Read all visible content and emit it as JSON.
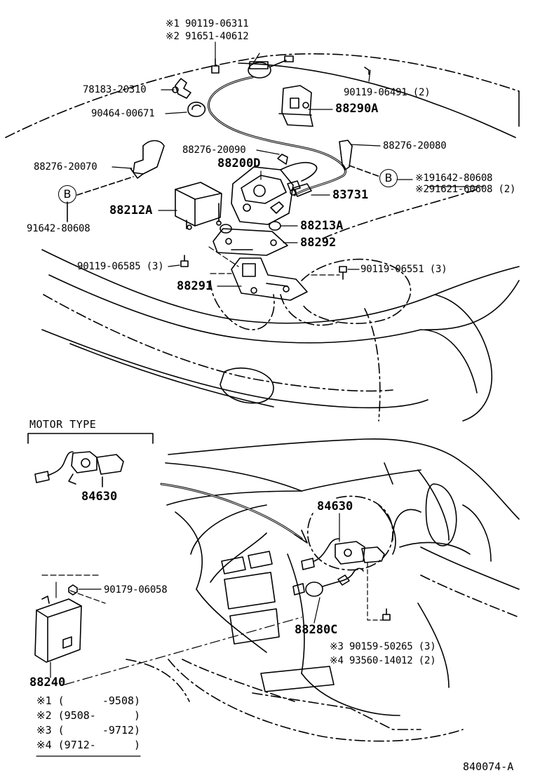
{
  "labels": {
    "l1": "※1 90119-06311",
    "l2": "※2 91651-40612",
    "l3": "78183-20310",
    "l4": "90464-00671",
    "l5": "90119-06491 (2)",
    "l6": "88290A",
    "l7": "88276-20090",
    "l8": "88276-20080",
    "l9": "88200D",
    "l10": "88276-20070",
    "l11": "B",
    "l12": "※191642-80608",
    "l13": "※291621-60608 (2)",
    "l14": "83731",
    "l15": "B",
    "l16": "88212A",
    "l17": "91642-80608",
    "l18": "88213A",
    "l19": "88292",
    "l20": "90119-06585 (3)",
    "l21": "90119-06551 (3)",
    "l22": "88291",
    "motor_type": "MOTOR TYPE",
    "l23": "84630",
    "l24": "84630",
    "l25": "90179-06058",
    "l26": "88280C",
    "l27": "※3 90159-50265 (3)",
    "l28": "※4 93560-14012 (2)",
    "l29": "88240"
  },
  "legend": [
    "※1 (      -9508)",
    "※2 (9508-      )",
    "※3 (      -9712)",
    "※4 (9712-      )"
  ],
  "diagram_ref": "840074-A"
}
